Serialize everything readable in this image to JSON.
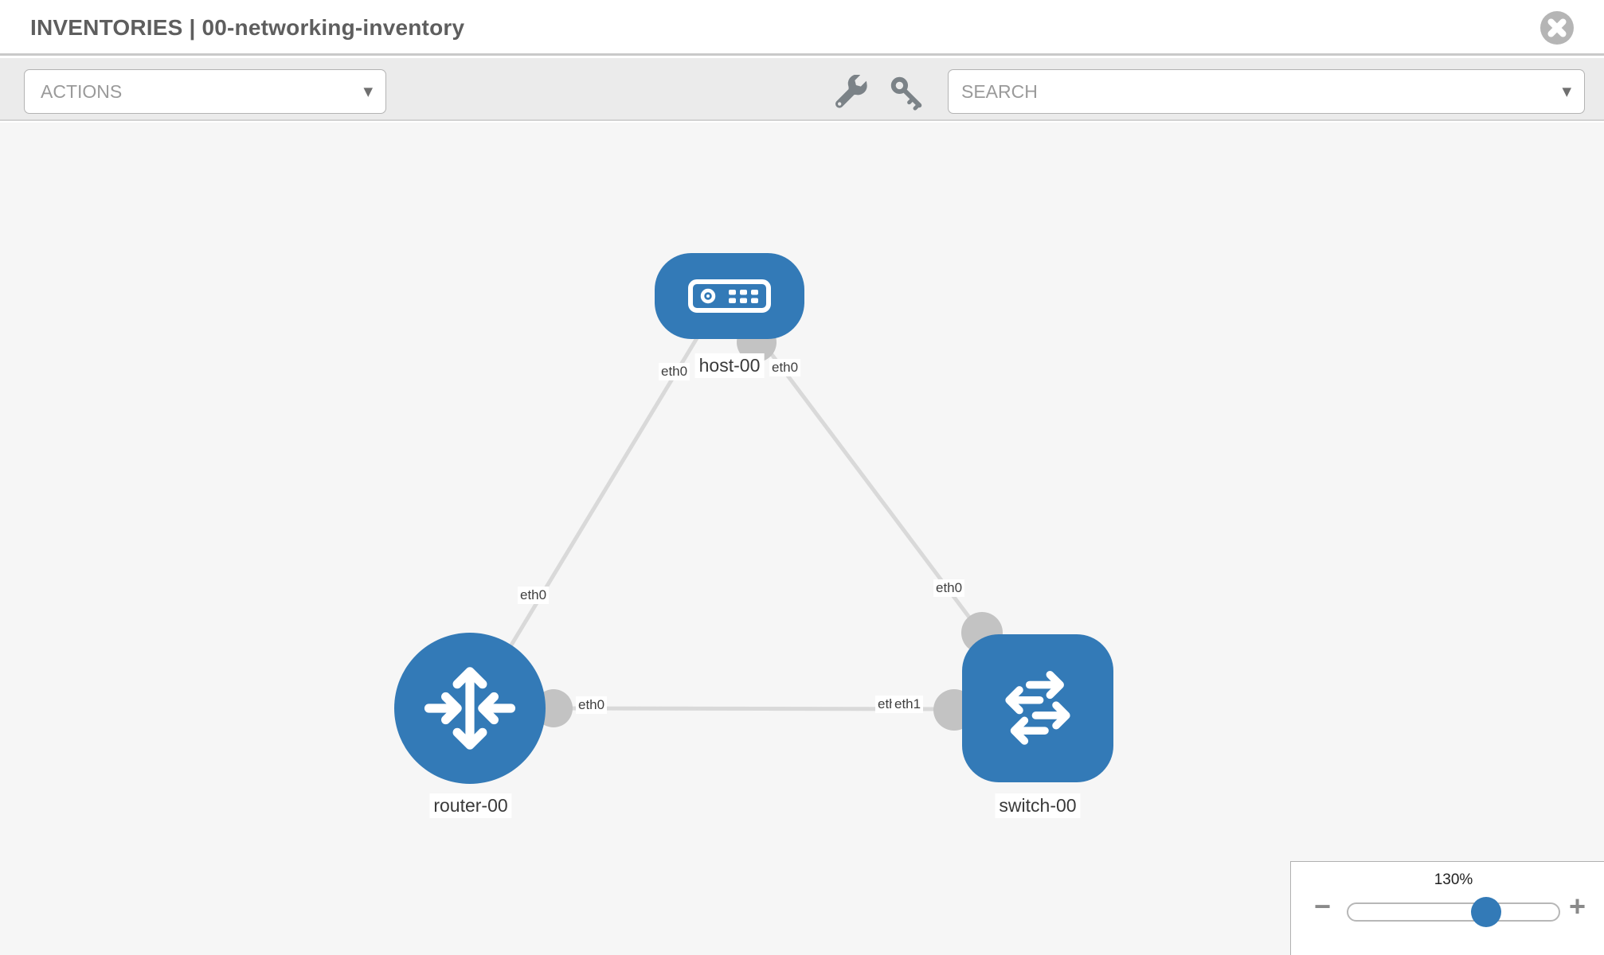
{
  "header": {
    "title": "INVENTORIES | 00-networking-inventory"
  },
  "toolbar": {
    "actions_label": "ACTIONS",
    "search_placeholder": "SEARCH",
    "dropdown_glyph": "▼"
  },
  "icons": {
    "close": "close-icon (gray circle, white x)",
    "wrench": "wrench-icon",
    "key": "key-icon",
    "dropdown": "▼",
    "minus": "−",
    "plus": "+"
  },
  "topology": {
    "nodes": [
      {
        "id": "host-00",
        "label": "host-00",
        "type": "host"
      },
      {
        "id": "router-00",
        "label": "router-00",
        "type": "router"
      },
      {
        "id": "switch-00",
        "label": "switch-00",
        "type": "switch"
      }
    ],
    "links": [
      {
        "from": "host-00",
        "to": "router-00",
        "from_if": "eth0",
        "to_if": "eth0"
      },
      {
        "from": "host-00",
        "to": "switch-00",
        "from_if": "eth0",
        "to_if": "eth0"
      },
      {
        "from": "router-00",
        "to": "switch-00",
        "from_if": "eth0",
        "to_if": "eth1"
      }
    ],
    "interface_labels": {
      "host_router_host_end": "eth0",
      "host_router_mid": "eth0",
      "host_switch_host_end": "eth0",
      "host_switch_switch_end": "eth0",
      "router_switch_router_end": "eth0",
      "router_switch_switch_end_hidden": "eth",
      "router_switch_switch_end": "eth1"
    }
  },
  "zoom_control": {
    "value": "130%",
    "minus": "−",
    "plus": "+"
  },
  "colors": {
    "node_blue": "#337ab7",
    "link_gray": "#d9d9d9",
    "connector_gray": "#c3c3c3",
    "toolbar_bg": "#ebebeb",
    "canvas_bg": "#f6f6f6"
  }
}
